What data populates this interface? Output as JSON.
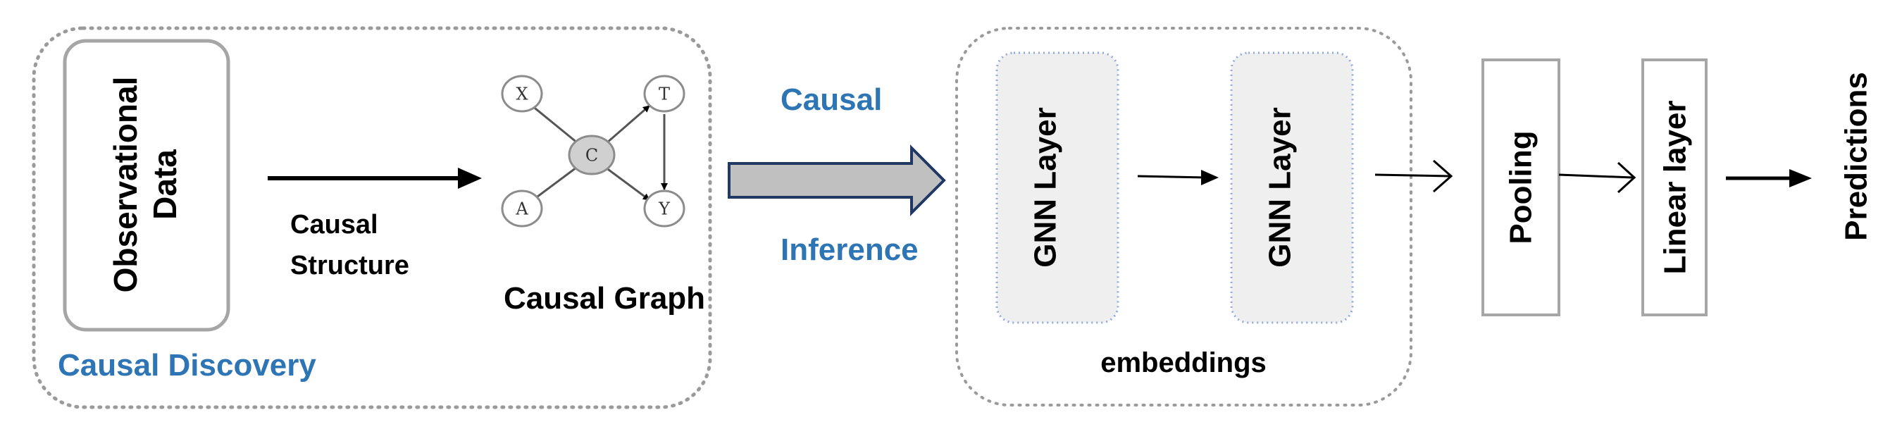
{
  "left_panel": {
    "box_label": "Causal Discovery",
    "data_box_line1": "Observational",
    "data_box_line2": "Data",
    "arrow_label_line1": "Causal",
    "arrow_label_line2": "Structure",
    "graph_caption": "Causal Graph",
    "graph_nodes": {
      "x": "X",
      "t": "T",
      "c": "C",
      "a": "A",
      "y": "Y"
    }
  },
  "middle": {
    "label_top": "Causal",
    "label_bottom": "Inference"
  },
  "gnn_panel": {
    "layer1": "GNN Layer",
    "layer2": "GNN Layer",
    "caption": "embeddings"
  },
  "pipeline": {
    "pooling": "Pooling",
    "linear": "Linear layer",
    "output": "Predictions"
  },
  "colors": {
    "accent_blue": "#2E75B6",
    "text": "#000000",
    "dotted_border": "#9a9a9a",
    "gnn_fill": "#efefef",
    "gnn_border": "#8faadc",
    "node_fill": "#ffffff",
    "center_node_fill": "#d0d0d0",
    "big_arrow_fill": "#c0c0c0",
    "big_arrow_stroke": "#1f3864"
  }
}
